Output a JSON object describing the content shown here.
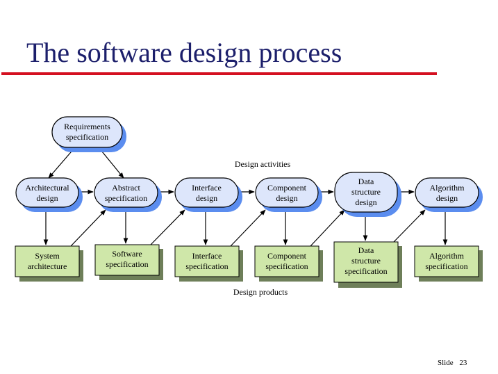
{
  "title": "The software design process",
  "labels": {
    "activities": "Design activities",
    "products": "Design products"
  },
  "nodes": {
    "requirements": [
      "Requirements",
      "specification"
    ],
    "architectural_design": [
      "Architectural",
      "design"
    ],
    "abstract_specification": [
      "Abstract",
      "specification"
    ],
    "interface_design": [
      "Interface",
      "design"
    ],
    "component_design": [
      "Component",
      "design"
    ],
    "data_structure_design": [
      "Data",
      "structure",
      "design"
    ],
    "algorithm_design": [
      "Algorithm",
      "design"
    ]
  },
  "products": {
    "system_architecture": [
      "System",
      "architecture"
    ],
    "software_specification": [
      "Software",
      "specification"
    ],
    "interface_specification": [
      "Interface",
      "specification"
    ],
    "component_specification": [
      "Component",
      "specification"
    ],
    "data_structure_specification": [
      "Data",
      "structure",
      "specification"
    ],
    "algorithm_specification": [
      "Algorithm",
      "specification"
    ]
  },
  "footer": {
    "slide_label": "Slide",
    "slide_number": "23"
  },
  "colors": {
    "title": "#1c1f6b",
    "rule": "#d41020",
    "oval_fill": "#dde6fb",
    "oval_shadow": "#5b8def",
    "box_fill": "#cfe7a9",
    "box_shadow": "#6e7f59"
  }
}
